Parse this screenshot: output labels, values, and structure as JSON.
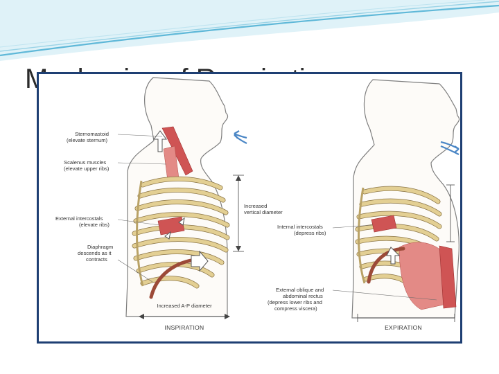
{
  "slide": {
    "title": "Mechanics of Respiration",
    "colors": {
      "header_wave": "#5fb8d8",
      "header_wave_light": "#bfe4f0",
      "frame_border": "#1e3f73",
      "rib": "#e3cf93",
      "muscle": "#cf5454",
      "airflow": "#4a86c5"
    }
  },
  "figure": {
    "inspiration": {
      "caption": "INSPIRATION",
      "labels": {
        "sternomastoid": [
          "Sternomastoid",
          "(elevate sternum)"
        ],
        "scalenus": [
          "Scalenus muscles",
          "(elevate upper ribs)"
        ],
        "external_intercostals": [
          "External intercostals",
          "(elevate ribs)"
        ],
        "diaphragm": [
          "Diaphragm",
          "descends as it",
          "contracts"
        ],
        "vertical": [
          "Increased",
          "vertical diameter"
        ],
        "ap": "Increased A-P diameter"
      }
    },
    "expiration": {
      "caption": "EXPIRATION",
      "labels": {
        "internal_intercostals": [
          "Internal intercostals",
          "(depress ribs)"
        ],
        "oblique": [
          "External oblique and",
          "abdominal rectus",
          "(depress lower ribs and",
          "compress viscera)"
        ]
      }
    }
  }
}
